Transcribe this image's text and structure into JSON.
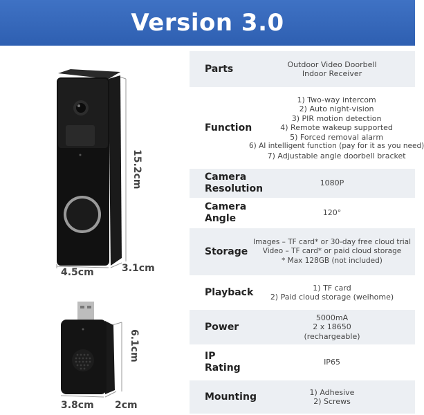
{
  "banner": {
    "title": "Version 3.0"
  },
  "dimensions": {
    "doorbell_height": "15.2cm",
    "doorbell_width": "4.5cm",
    "doorbell_depth": "3.1cm",
    "receiver_height": "6.1cm",
    "receiver_width": "3.8cm",
    "receiver_depth": "2cm"
  },
  "specs": [
    {
      "label": "Parts",
      "values": [
        "Outdoor Video Doorbell",
        "Indoor Receiver"
      ]
    },
    {
      "label": "Function",
      "values": [
        "1) Two-way intercom",
        "2) Auto night-vision",
        "3) PIR motion detection",
        "4) Remote wakeup supported",
        "5) Forced removal alarm",
        "6) AI intelligent function (pay for it as you need)",
        "7) Adjustable angle doorbell bracket"
      ]
    },
    {
      "label": "Camera Resolution",
      "values": [
        "1080P"
      ]
    },
    {
      "label": "Camera Angle",
      "values": [
        "120°"
      ]
    },
    {
      "label": "Storage",
      "values": [
        "Images – TF card* or 30-day free cloud trial",
        "Video – TF card* or paid cloud storage",
        "* Max 128GB (not included)"
      ]
    },
    {
      "label": "Playback",
      "values": [
        "1) TF card",
        "2) Paid cloud storage (weihome)"
      ]
    },
    {
      "label": "Power",
      "values": [
        "5000mA",
        "2 x 18650",
        "(rechargeable)"
      ]
    },
    {
      "label": "IP Rating",
      "values": [
        "IP65"
      ]
    },
    {
      "label": "Mounting",
      "values": [
        "1) Adhesive",
        "2) Screws"
      ]
    }
  ],
  "colors": {
    "banner": "#3565b8",
    "row_shade": "#eceff3"
  }
}
